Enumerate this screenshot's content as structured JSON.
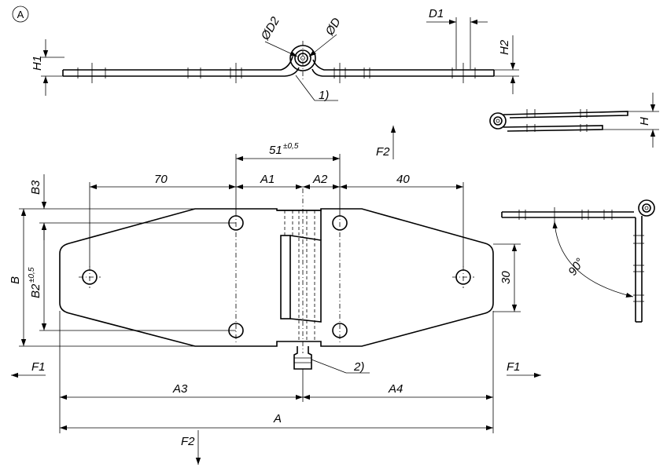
{
  "view_marker": "A",
  "dimensions": {
    "dia_d2": "ØD2",
    "dia_d": "ØD",
    "d1": "D1",
    "h1": "H1",
    "h2": "H2",
    "h": "H",
    "b3": "B3",
    "b": "B",
    "b2": "B2",
    "b2_tol": "±0,5",
    "len_51": "51",
    "len_51_tol": "±0,5",
    "len_70": "70",
    "a1": "A1",
    "a2": "A2",
    "len_40": "40",
    "len_30": "30",
    "a3": "A3",
    "a4": "A4",
    "a": "A",
    "angle_90": "90°"
  },
  "forces": {
    "f1_left": "F1",
    "f1_right": "F1",
    "f2_top": "F2",
    "f2_bottom": "F2"
  },
  "callouts": {
    "note_1": "1)",
    "note_2": "2)"
  }
}
